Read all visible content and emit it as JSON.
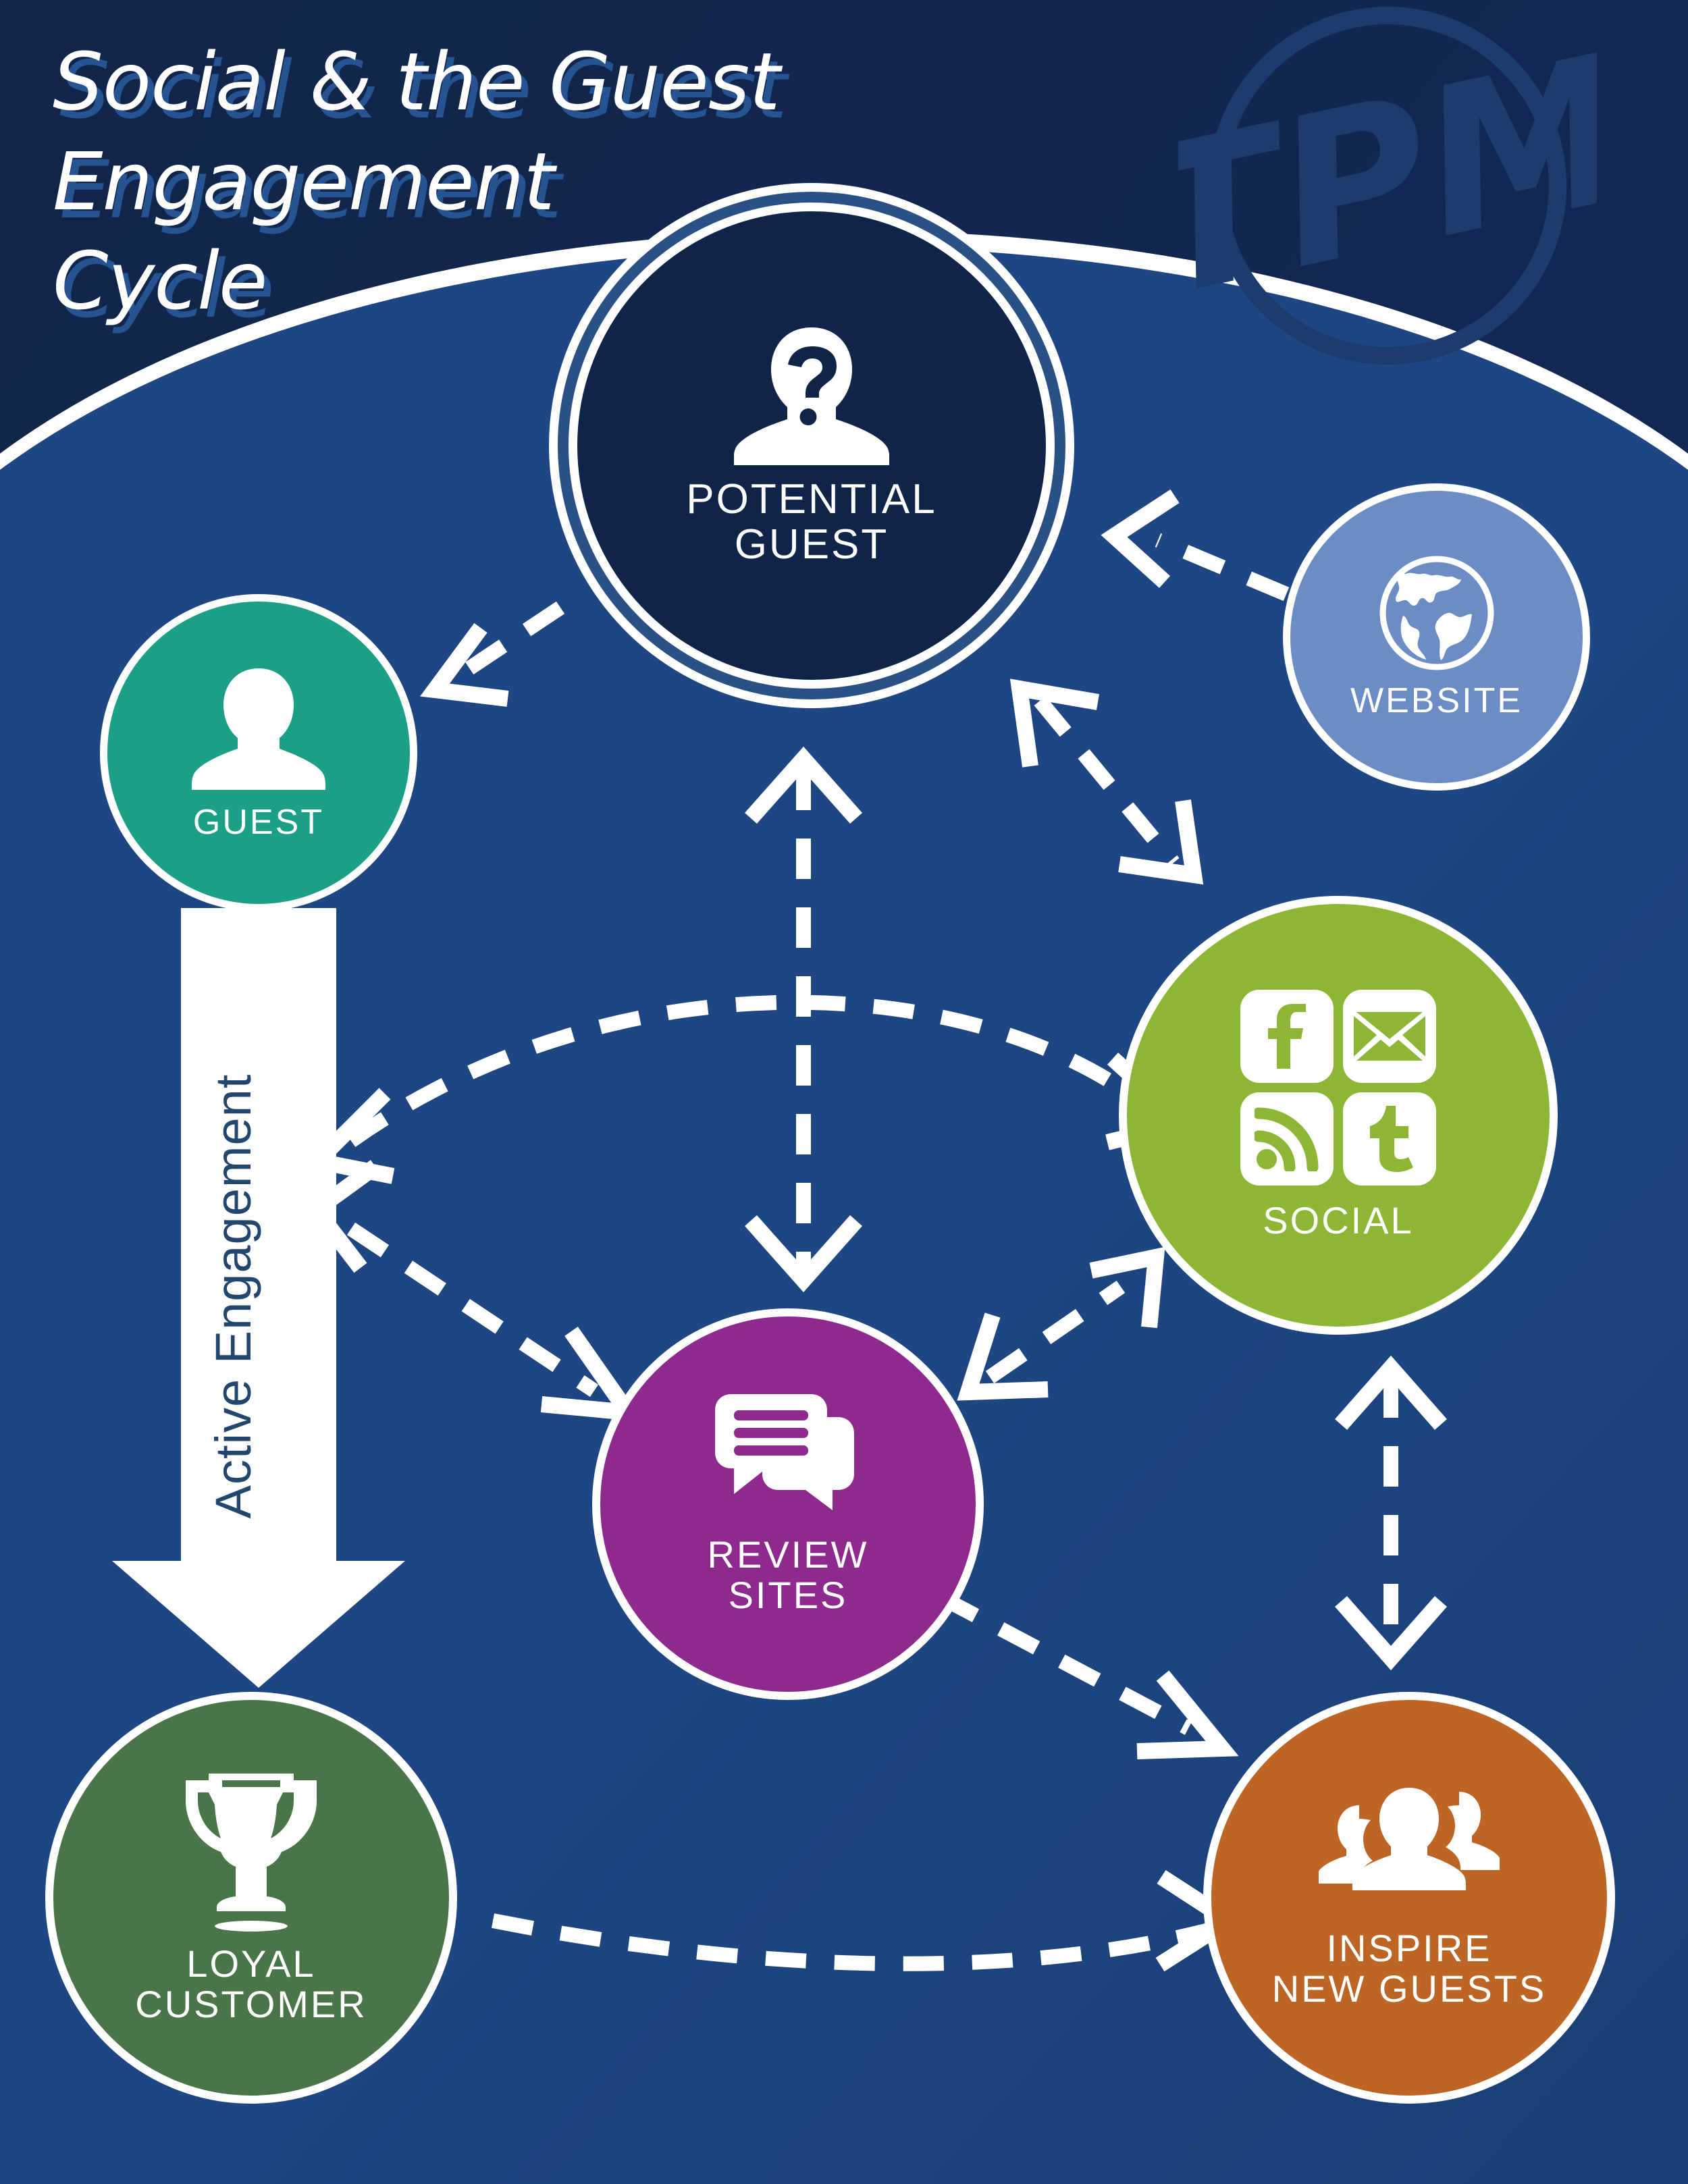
{
  "poster": {
    "title": "Social & the Guest\nEngagement\nCycle",
    "watermark_text": "TPM",
    "flow_label": "Active Engagement",
    "colors": {
      "header_navy": "#12274c",
      "body_blue": "#1d4682",
      "white": "#ffffff",
      "potential_guest": "#10244a",
      "website": "#6b8cc4",
      "guest": "#1ba086",
      "social": "#8cb634",
      "review_sites": "#8e2a8e",
      "loyal_customer": "#4a7549",
      "inspire_new_guests": "#bd6524",
      "title_shadow": "#2a5596"
    }
  },
  "nodes": [
    {
      "id": "potential-guest",
      "label": "POTENTIAL\nGUEST",
      "icon": "person-question-icon",
      "color": "#10244a"
    },
    {
      "id": "website",
      "label": "WEBSITE",
      "icon": "globe-icon",
      "color": "#6b8cc4"
    },
    {
      "id": "guest",
      "label": "GUEST",
      "icon": "person-icon",
      "color": "#1ba086"
    },
    {
      "id": "social",
      "label": "SOCIAL",
      "icon": "social-icons-grid",
      "color": "#8cb634"
    },
    {
      "id": "review-sites",
      "label": "REVIEW\nSITES",
      "icon": "chat-bubbles-icon",
      "color": "#8e2a8e"
    },
    {
      "id": "loyal-customer",
      "label": "LOYAL\nCUSTOMER",
      "icon": "trophy-icon",
      "color": "#4a7549"
    },
    {
      "id": "inspire-new-guests",
      "label": "INSPIRE\nNEW GUESTS",
      "icon": "people-group-icon",
      "color": "#bd6524"
    }
  ],
  "social_icons": [
    {
      "id": "facebook",
      "name": "facebook-icon",
      "glyph": "f"
    },
    {
      "id": "email",
      "name": "email-icon",
      "glyph": "envelope"
    },
    {
      "id": "rss",
      "name": "rss-icon",
      "glyph": "rss"
    },
    {
      "id": "tumblr",
      "name": "tumblr-icon",
      "glyph": "t"
    }
  ],
  "connections": [
    {
      "id": "potential-to-guest",
      "from": "potential-guest",
      "to": "guest",
      "style": "dashed",
      "heads": "single"
    },
    {
      "id": "website-to-potential",
      "from": "website",
      "to": "potential-guest",
      "style": "dashed",
      "heads": "single"
    },
    {
      "id": "potential-social",
      "from": "potential-guest",
      "to": "social",
      "style": "dashed",
      "heads": "double"
    },
    {
      "id": "potential-review",
      "from": "potential-guest",
      "to": "review-sites",
      "style": "dashed",
      "heads": "double"
    },
    {
      "id": "guest-social",
      "from": "guest",
      "to": "social",
      "style": "dashed",
      "heads": "double"
    },
    {
      "id": "guest-review",
      "from": "guest",
      "to": "review-sites",
      "style": "dashed",
      "heads": "double"
    },
    {
      "id": "review-social",
      "from": "review-sites",
      "to": "social",
      "style": "dashed",
      "heads": "double"
    },
    {
      "id": "review-inspire",
      "from": "review-sites",
      "to": "inspire-new-guests",
      "style": "dashed",
      "heads": "single"
    },
    {
      "id": "social-inspire",
      "from": "social",
      "to": "inspire-new-guests",
      "style": "dashed",
      "heads": "double"
    },
    {
      "id": "loyal-inspire",
      "from": "loyal-customer",
      "to": "inspire-new-guests",
      "style": "dashed",
      "heads": "single"
    },
    {
      "id": "guest-loyal",
      "from": "guest",
      "to": "loyal-customer",
      "style": "solid-block-arrow",
      "heads": "single",
      "label": "Active Engagement"
    }
  ]
}
